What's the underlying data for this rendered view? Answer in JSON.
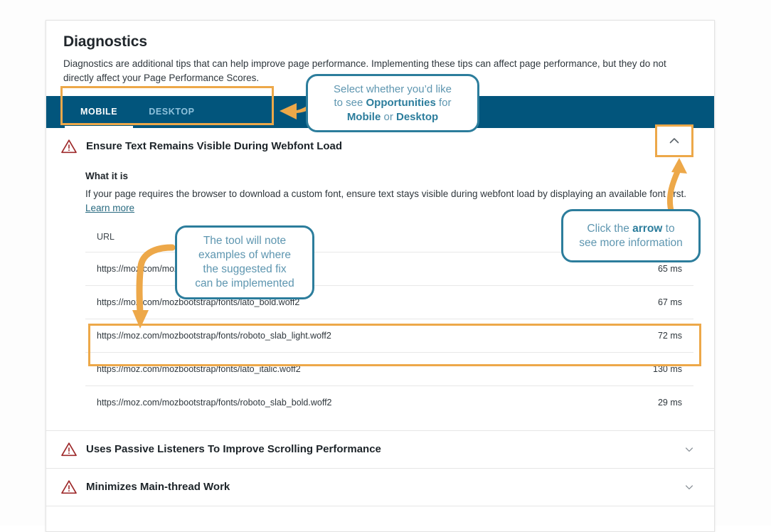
{
  "page": {
    "title": "Diagnostics",
    "description": "Diagnostics are additional tips that can help improve page performance. Implementing these tips can affect page performance, but they do not directly affect your Page Performance Scores."
  },
  "tabs": [
    {
      "label": "MOBILE",
      "active": true
    },
    {
      "label": "DESKTOP",
      "active": false
    }
  ],
  "sections": [
    {
      "title": "Ensure Text Remains Visible During Webfont Load",
      "expanded": true,
      "chevron": "chevron-up",
      "subhead": "What it is",
      "body": "If your page requires the browser to download a custom font, ensure text stays visible during webfont load by displaying an available font first.",
      "link": "Learn more",
      "table": {
        "columns": [
          "URL",
          ""
        ],
        "rows": [
          {
            "url": "https://moz.com/mozbootstrap/fonts/lato_regular.woff2",
            "time": "65 ms"
          },
          {
            "url": "https://moz.com/mozbootstrap/fonts/lato_bold.woff2",
            "time": "67 ms"
          },
          {
            "url": "https://moz.com/mozbootstrap/fonts/roboto_slab_light.woff2",
            "time": "72 ms"
          },
          {
            "url": "https://moz.com/mozbootstrap/fonts/lato_italic.woff2",
            "time": "130 ms"
          },
          {
            "url": "https://moz.com/mozbootstrap/fonts/roboto_slab_bold.woff2",
            "time": "29 ms"
          }
        ]
      }
    },
    {
      "title": "Uses Passive Listeners To Improve Scrolling Performance",
      "expanded": false,
      "chevron": "chevron-down"
    },
    {
      "title": "Minimizes Main-thread Work",
      "expanded": false,
      "chevron": "chevron-down"
    }
  ],
  "annotations": {
    "tabs_callout": {
      "line1_pre": "Select whether you’d like",
      "line2_pre": "to see ",
      "line2_bold": "Opportunities",
      "line2_post": " for",
      "line3_bold_a": "Mobile",
      "line3_mid": " or ",
      "line3_bold_b": "Desktop"
    },
    "table_callout": {
      "line1": "The tool will note",
      "line2": "examples of where",
      "line3": "the suggested fix",
      "line4": "can be implemented"
    },
    "arrow_callout": {
      "line1_pre": "Click the ",
      "line1_bold": "arrow",
      "line1_post": " to",
      "line2": "see more information"
    }
  },
  "colors": {
    "tabbar": "#02557c",
    "highlight": "#eda849",
    "callout_border": "#2c7d9c",
    "callout_text": "#5e96b0",
    "warning": "#9e2a2b",
    "link": "#27697f"
  }
}
